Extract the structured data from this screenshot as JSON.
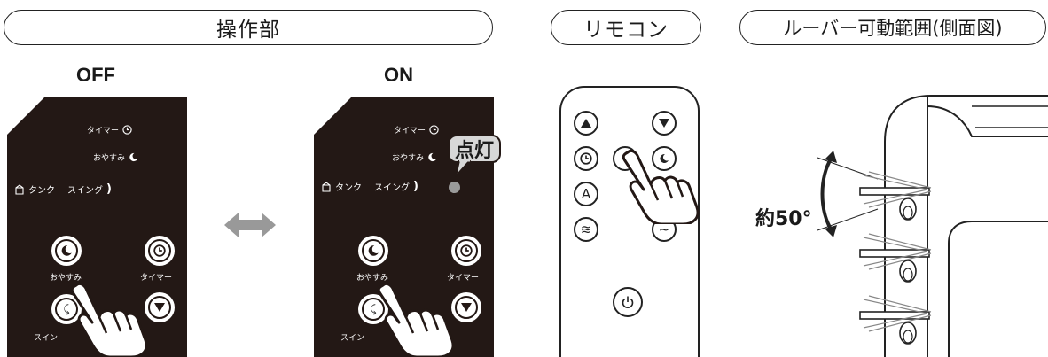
{
  "sections": {
    "control_panel": "操作部",
    "remote": "リモコン",
    "louver": "ルーバー可動範囲(側面図)"
  },
  "states": {
    "off": "OFF",
    "on": "ON"
  },
  "panel": {
    "timer_indicator": "タイマー",
    "sleep_indicator": "おやすみ",
    "tank_indicator": "タンク",
    "swing_indicator": "スイング",
    "sleep_button": "おやすみ",
    "timer_button": "タイマー",
    "swing_button": "スイン"
  },
  "callout": "点灯",
  "angle": "約50°",
  "colors": {
    "panel_bg": "#231815",
    "lamp_on": "#9a9a9a",
    "callout_bg": "#d7d7d7",
    "arrow": "#999999"
  },
  "icons": {
    "timer": "clock-icon",
    "sleep": "moon-icon",
    "swing": "swing-icon",
    "tank": "tank-icon",
    "down": "triangle-down-icon",
    "up": "triangle-up-icon",
    "auto": "letter-a-icon",
    "fan": "wave-icon",
    "power": "power-icon",
    "pointer": "hand-pointer-icon"
  }
}
